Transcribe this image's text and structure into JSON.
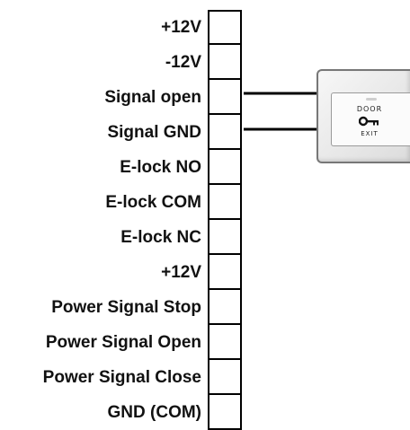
{
  "terminals": [
    {
      "label": "+12V"
    },
    {
      "label": "-12V"
    },
    {
      "label": "Signal open"
    },
    {
      "label": "Signal GND"
    },
    {
      "label": "E-lock NO"
    },
    {
      "label": "E-lock COM"
    },
    {
      "label": "E-lock NC"
    },
    {
      "label": "+12V"
    },
    {
      "label": "Power Signal Stop"
    },
    {
      "label": "Power Signal Open"
    },
    {
      "label": "Power Signal Close"
    },
    {
      "label": "GND (COM)"
    }
  ],
  "exit_button": {
    "top_text": "DOOR",
    "bottom_text": "EXIT",
    "icon": "key-icon",
    "connected_terminals": [
      "Signal open",
      "Signal GND"
    ]
  }
}
